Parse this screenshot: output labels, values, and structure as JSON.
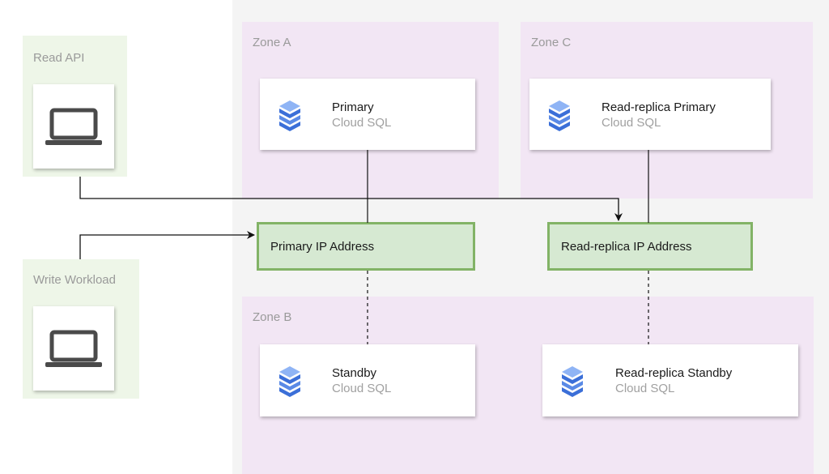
{
  "clients": {
    "read": {
      "label": "Read API",
      "icon": "laptop-icon"
    },
    "write": {
      "label": "Write Workload",
      "icon": "laptop-icon"
    }
  },
  "zones": {
    "a": {
      "label": "Zone A"
    },
    "b": {
      "label": "Zone B"
    },
    "c": {
      "label": "Zone C"
    }
  },
  "instances": {
    "primary": {
      "name": "Primary",
      "type": "Cloud SQL",
      "icon": "cloud-sql-icon"
    },
    "standby": {
      "name": "Standby",
      "type": "Cloud SQL",
      "icon": "cloud-sql-icon"
    },
    "replica_primary": {
      "name": "Read-replica Primary",
      "type": "Cloud SQL",
      "icon": "cloud-sql-icon"
    },
    "replica_standby": {
      "name": "Read-replica Standby",
      "type": "Cloud SQL",
      "icon": "cloud-sql-icon"
    }
  },
  "ip_addresses": {
    "primary": {
      "label": "Primary IP Address"
    },
    "replica": {
      "label": "Read-replica IP Address"
    }
  },
  "colors": {
    "region_bg": "#f4f4f4",
    "zone_bg": "#f2e6f4",
    "client_bg": "#eef6e8",
    "ip_fill": "#d6e9d2",
    "ip_border": "#82b366",
    "sql_icon_dark": "#3b6fd8",
    "sql_icon_light": "#8fb4f5"
  }
}
